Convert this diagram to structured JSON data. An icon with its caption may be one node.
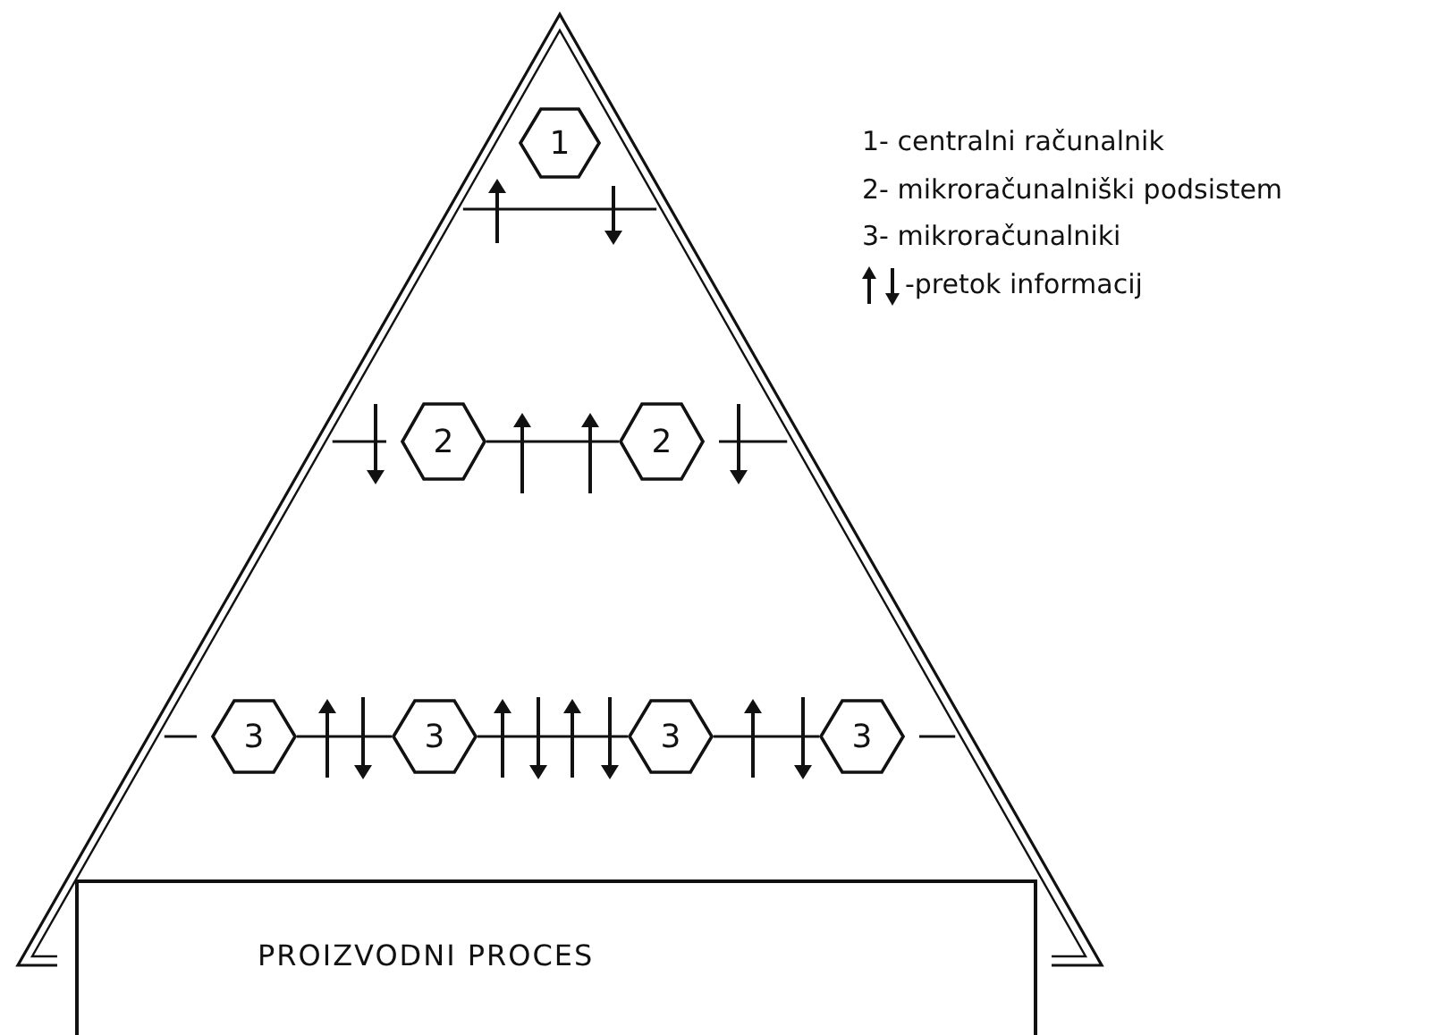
{
  "diagram": {
    "nodes": [
      {
        "text": [],
        "shape": "triangle"
      },
      {
        "text": [
          "1"
        ],
        "in": 0
      },
      {
        "text": [
          "2"
        ],
        "in": 0
      },
      {
        "text": [
          "2"
        ],
        "in": 0
      },
      {
        "text": [
          "3"
        ],
        "in": 0
      },
      {
        "text": [
          "3"
        ],
        "in": 0
      },
      {
        "text": [
          "3"
        ],
        "in": 0
      },
      {
        "text": [
          "3"
        ],
        "in": 0
      },
      {
        "text": [
          "PROIZVODNI PROCES"
        ]
      }
    ],
    "edges": [
      {
        "from": 2,
        "to": 3,
        "arrow": "none"
      },
      {
        "from": 4,
        "to": 5,
        "arrow": "none"
      },
      {
        "from": 5,
        "to": 6,
        "arrow": "none"
      },
      {
        "from": 6,
        "to": 7,
        "arrow": "none"
      }
    ],
    "legend": [
      {
        "text": "1- centralni računalnik"
      },
      {
        "text": "2- mikroračunalniški podsistem"
      },
      {
        "text": "3- mikroračunalniki"
      },
      {
        "text": "-pretok informacij"
      }
    ]
  }
}
